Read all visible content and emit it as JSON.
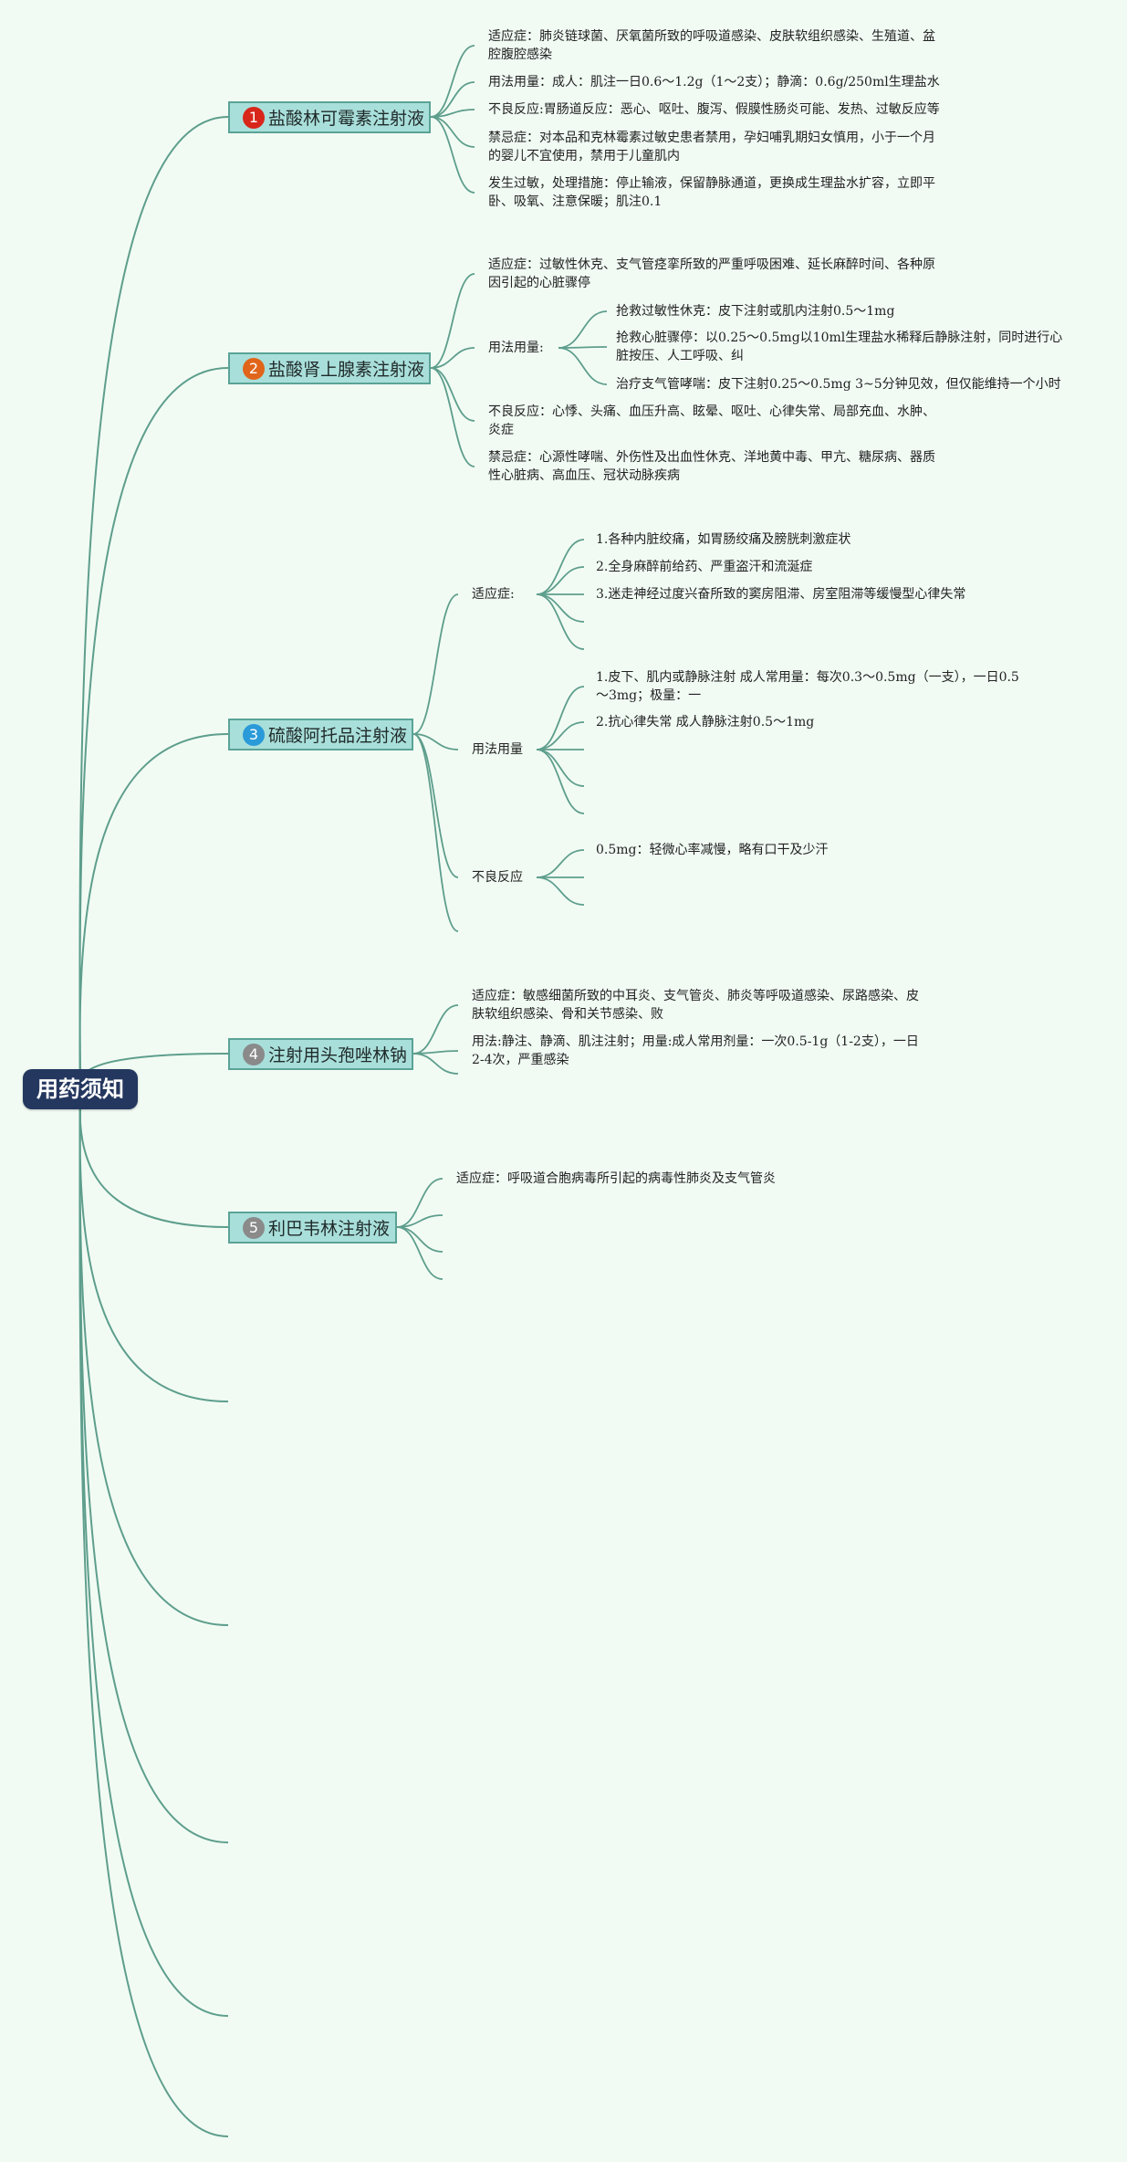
{
  "root": "用药须知",
  "colors": {
    "background": "#f1fbf4",
    "link": "#5e9e8c",
    "root_fill": "#24375f",
    "branch_fill": "#a9dfda",
    "branch_border": "#5aa396"
  },
  "branches": [
    {
      "number": "1",
      "badge_color": "#d8261a",
      "title": "盐酸林可霉素注射液",
      "items": [
        "适应症：肺炎链球菌、厌氧菌所致的呼吸道感染、皮肤软组织感染、生殖道、盆腔腹腔感染",
        "用法用量：成人：肌注一日0.6～1.2g（1～2支）；静滴：0.6g/250ml生理盐水",
        "不良反应:胃肠道反应：恶心、呕吐、腹泻、假膜性肠炎可能、发热、过敏反应等",
        "禁忌症：对本品和克林霉素过敏史患者禁用，孕妇哺乳期妇女慎用，小于一个月的婴儿不宜使用，禁用于儿童肌内",
        "发生过敏，处理措施：停止输液，保留静脉通道，更换成生理盐水扩容，立即平卧、吸氧、注意保暖；肌注0.1"
      ]
    },
    {
      "number": "2",
      "badge_color": "#e0651b",
      "title": "盐酸肾上腺素注射液",
      "items": [
        "适应症：过敏性休克、支气管痉挛所致的严重呼吸困难、延长麻醉时间、各种原因引起的心脏骤停",
        "不良反应：心悸、头痛、血压升高、眩晕、呕吐、心律失常、局部充血、水肿、炎症",
        "禁忌症：心源性哮喘、外伤性及出血性休克、洋地黄中毒、甲亢、糖尿病、器质性心脏病、高血压、冠状动脉疾病"
      ],
      "usage": {
        "label": "用法用量:",
        "items": [
          "抢救过敏性休克：皮下注射或肌内注射0.5～1mg",
          "抢救心脏骤停：以0.25～0.5mg以10ml生理盐水稀释后静脉注射，同时进行心脏按压、人工呼吸、纠",
          "治疗支气管哮喘：皮下注射0.25～0.5mg 3~5分钟见效，但仅能维持一个小时"
        ]
      }
    },
    {
      "number": "3",
      "badge_color": "#2a9ad8",
      "title": "硫酸阿托品注射液",
      "groups": [
        {
          "label": "适应症:",
          "items": [
            "1.各种内脏绞痛，如胃肠绞痛及膀胱刺激症状",
            "2.全身麻醉前给药、严重盗汗和流涎症",
            "3.迷走神经过度兴奋所致的窦房阻滞、房室阻滞等缓慢型心律失常"
          ]
        },
        {
          "label": "用法用量",
          "items": [
            "1.皮下、肌内或静脉注射 成人常用量：每次0.3～0.5mg（一支），一日0.5～3mg；极量：一",
            "2.抗心律失常 成人静脉注射0.5～1mg"
          ]
        },
        {
          "label": "不良反应",
          "items": [
            "0.5mg：轻微心率减慢，略有口干及少汗"
          ]
        }
      ]
    },
    {
      "number": "4",
      "badge_color": "#8a8a8a",
      "title": "注射用头孢唑林钠",
      "items": [
        "适应症：敏感细菌所致的中耳炎、支气管炎、肺炎等呼吸道感染、尿路感染、皮肤软组织感染、骨和关节感染、败",
        "用法:静注、静滴、肌注注射；用量:成人常用剂量：一次0.5-1g（1-2支），一日2-4次，严重感染"
      ]
    },
    {
      "number": "5",
      "badge_color": "#8a8a8a",
      "title": "利巴韦林注射液",
      "items": [
        "适应症：呼吸道合胞病毒所引起的病毒性肺炎及支气管炎"
      ]
    }
  ]
}
